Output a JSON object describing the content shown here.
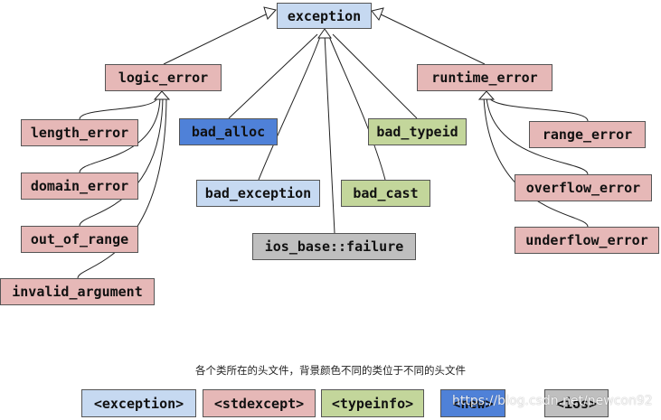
{
  "classes": {
    "exception": "exception",
    "logic_error": "logic_error",
    "runtime_error": "runtime_error",
    "length_error": "length_error",
    "domain_error": "domain_error",
    "out_of_range": "out_of_range",
    "invalid_argument": "invalid_argument",
    "bad_alloc": "bad_alloc",
    "bad_exception": "bad_exception",
    "ios_base_failure": "ios_base::failure",
    "bad_typeid": "bad_typeid",
    "bad_cast": "bad_cast",
    "range_error": "range_error",
    "overflow_error": "overflow_error",
    "underflow_error": "underflow_error"
  },
  "caption": "各个类所在的头文件，背景颜色不同的类位于不同的头文件",
  "legend": [
    {
      "label": "<exception>",
      "color": "#c6d9f1"
    },
    {
      "label": "<stdexcept>",
      "color": "#e6b8b7"
    },
    {
      "label": "<typeinfo>",
      "color": "#c3d69b"
    },
    {
      "label": "<new>",
      "color": "#4f81d8"
    },
    {
      "label": "<ios>",
      "color": "#bfbfbf"
    }
  ],
  "watermark": "https://blog.csdn.net/newcon92",
  "colors": {
    "exception_header": "#c6d9f1",
    "stdexcept_header": "#e6b8b7",
    "typeinfo_header": "#c3d69b",
    "new_header": "#4f81d8",
    "ios_header": "#bfbfbf",
    "edge": "#222222"
  }
}
